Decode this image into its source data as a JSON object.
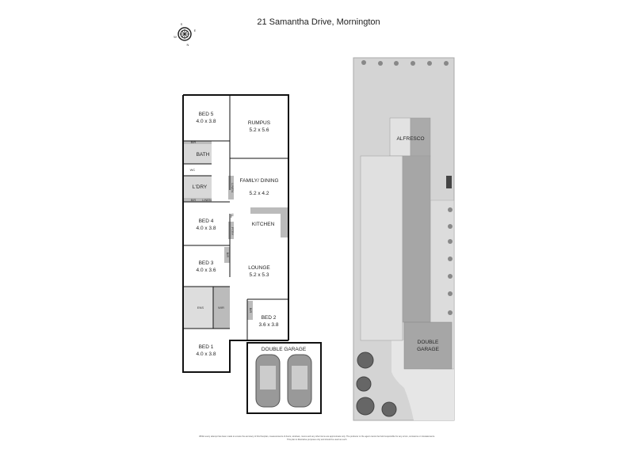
{
  "title": "21 Samantha Drive, Mornington",
  "compass": {
    "icon": "compass-rose-icon",
    "letters": [
      "S",
      "E",
      "N",
      "W"
    ]
  },
  "floor_plan": {
    "rooms": [
      {
        "name": "BED 5",
        "size": "4.0 x 3.8"
      },
      {
        "name": "RUMPUS",
        "size": "5.2 x 5.6"
      },
      {
        "name": "BATH"
      },
      {
        "name": "WC"
      },
      {
        "name": "L'DRY"
      },
      {
        "name": "FAMILY/ DINING",
        "size": "5.2 x 4.2"
      },
      {
        "name": "KITCHEN"
      },
      {
        "name": "BED 4",
        "size": "4.0 x 3.8"
      },
      {
        "name": "BED 3",
        "size": "4.0 x 3.6"
      },
      {
        "name": "LOUNGE",
        "size": "5.2 x 5.3"
      },
      {
        "name": "ENS"
      },
      {
        "name": "WIR"
      },
      {
        "name": "BED 2",
        "size": "3.6 x 3.8"
      },
      {
        "name": "BED 1",
        "size": "4.0 x 3.8"
      },
      {
        "name": "DOUBLE GARAGE"
      }
    ],
    "small_labels": {
      "bir": "BIR",
      "linen": "LINEN",
      "fridge": "F",
      "pantry": "PTRY"
    }
  },
  "site_plan": {
    "alfresco": "ALFRESCO",
    "garage_line1": "DOUBLE",
    "garage_line2": "GARAGE"
  },
  "disclaimer": "Whilst every attempt has been made to ensure the accuracy of this floorplan, measurements of doors, windows, rooms and any other items are approximate only. The producer or the agent cannot be held responsible for any errors, omissions or misstatements. This plan is illustrative purposes only and should be used as such."
}
